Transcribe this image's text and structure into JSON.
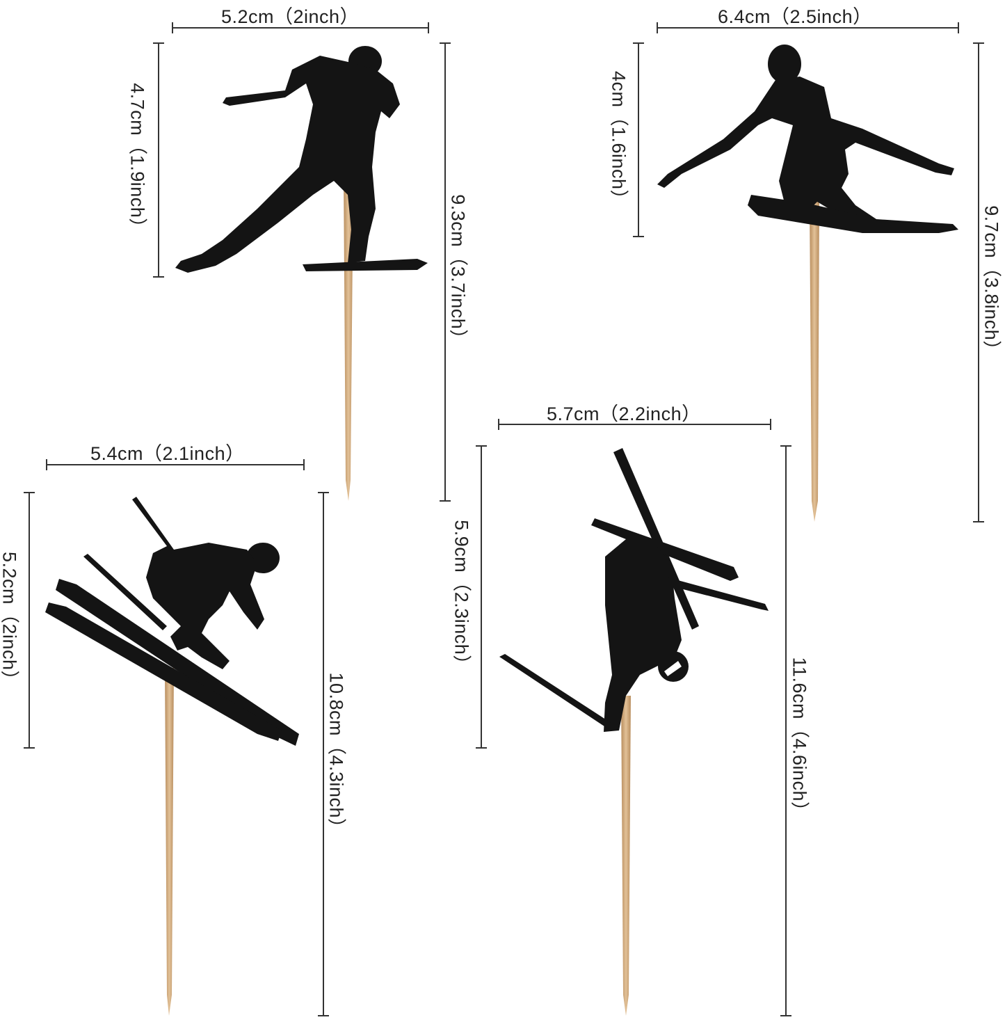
{
  "colors": {
    "silhouette": "#141414",
    "stick": "#d8b384",
    "stick_shade": "#b88d5e",
    "dimension_line": "#333333",
    "background": "#ffffff"
  },
  "toppers": [
    {
      "name": "cross-country-skier",
      "width_label": "5.2cm（2inch）",
      "figure_height_label": "4.7cm（1.9inch）",
      "total_height_label": "9.3cm（3.7inch）"
    },
    {
      "name": "snowboarder",
      "width_label": "6.4cm（2.5inch）",
      "figure_height_label": "4cm（1.6inch）",
      "total_height_label": "9.7cm（3.8inch）"
    },
    {
      "name": "downhill-skier",
      "width_label": "5.4cm（2.1inch）",
      "figure_height_label": "5.2cm（2inch）",
      "total_height_label": "10.8cm（4.3inch）"
    },
    {
      "name": "freestyle-skier",
      "width_label": "5.7cm（2.2inch）",
      "figure_height_label": "5.9cm（2.3inch）",
      "total_height_label": "11.6cm（4.6inch）"
    }
  ]
}
